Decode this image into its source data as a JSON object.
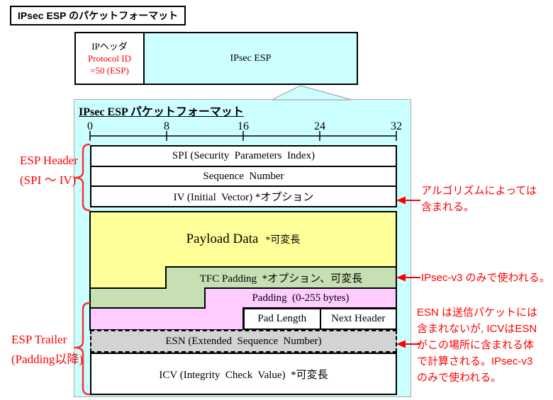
{
  "page_title": "IPsec ESP のパケットフォーマット",
  "ip_packet": {
    "header_line1": "IPヘッダ",
    "header_line2": "Protocol ID",
    "header_line3": "=50 (ESP)",
    "payload_label": "IPsec ESP"
  },
  "panel": {
    "title": "IPsec ESP パケットフォーマット",
    "ruler_ticks": [
      "0",
      "8",
      "16",
      "24",
      "32"
    ],
    "fields": {
      "spi": "SPI (Security  Parameters  Index)",
      "seq": "Sequence  Number",
      "iv": "IV (Initial  Vector) *オプション",
      "payload": "Payload Data",
      "payload_note": "*可変長",
      "tfc": "TFC Padding  *オプション、可変長",
      "padding": "Padding  (0-255 bytes)",
      "pad_length": "Pad Length",
      "next_header": "Next Header",
      "esn": "ESN (Extended  Sequence  Number)",
      "icv": "ICV (Integrity  Check  Value)  *可変長"
    }
  },
  "side_labels": {
    "esp_header": "ESP Header\n(SPI ～ IV)",
    "esp_trailer": "ESP Trailer\n(Padding以降)"
  },
  "annotations": {
    "iv_note": "アルゴリズムによっては\n含まれる。",
    "tfc_note": "IPsec-v3 のみで使われる。",
    "esn_note": "ESN は送信パケットには\n含まれないが, ICVはESN\nがこの場所に含まれる体\nで計算される。IPsec-v3\nのみで使われる。"
  },
  "colors": {
    "panel_cyan": "#CCFFFF",
    "payload_yellow": "#FFFF99",
    "tfc_green": "#C6E0B4",
    "padding_pink": "#FFCCFF",
    "esn_gray": "#D3D3D3",
    "annotation_red": "#FF0000"
  }
}
